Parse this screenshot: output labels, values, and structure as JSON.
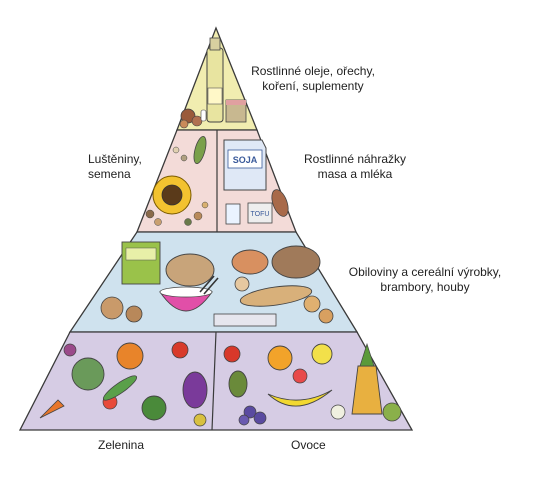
{
  "tiers": {
    "top": {
      "label_line1": "Rostlinné oleje, ořechy,",
      "label_line2": "koření, suplementy"
    },
    "second_left": {
      "label_line1": "Luštěniny,",
      "label_line2": "semena"
    },
    "second_right": {
      "label_line1": "Rostlinné náhražky",
      "label_line2": "masa a mléka",
      "carton_text": "SOJA",
      "cup_text": "TOFU"
    },
    "third": {
      "label_line1": "Obiloviny a cereální výrobky,",
      "label_line2": "brambory, houby"
    },
    "bottom_left": {
      "label": "Zelenina"
    },
    "bottom_right": {
      "label": "Ovoce"
    }
  },
  "colors": {
    "tier_top": "#f1edb0",
    "tier_second": "#f3dbd8",
    "tier_third": "#cfe2ee",
    "tier_bottom": "#d6cce4",
    "outline": "#3a3a3a"
  }
}
